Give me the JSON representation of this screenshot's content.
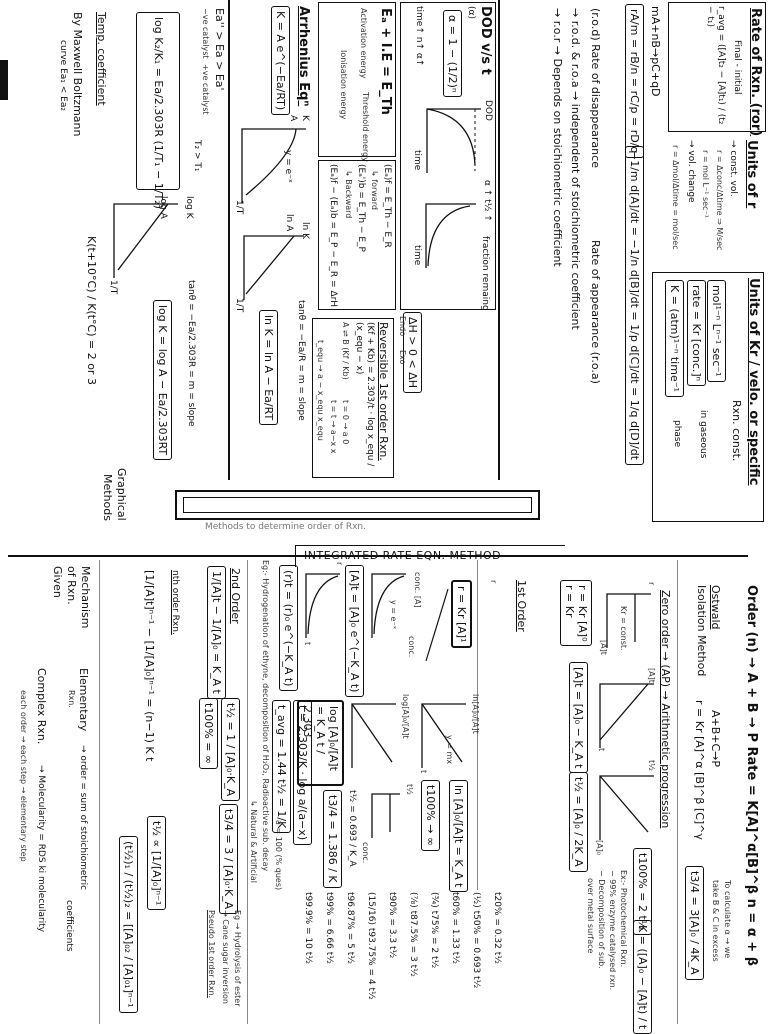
{
  "rate_of_rxn": {
    "title": "Rate of Rxn. (ror)",
    "avg_label": "Final - initial",
    "avg_formula": "r_avg = ([A]t₂ − [A]t₁) / (t₂ − t₁)",
    "reaction": "mA+nB→pC+qD",
    "ratio": "rA/m = rB/n = rC/p = rD/q",
    "derivative": "−1/m d[A]/dt = −1/n d[B]/dt = 1/p d[C]/dt = 1/q d[D]/dt",
    "rod": "(r.o.d) Rate of disappearance",
    "roa": "Rate of appearance (r.o.a)",
    "note1": "→ r.o.d. & r.o.a → independent of stoichiometric coefficient",
    "note2": "→ r.o.r → Depends on stoichiometric coefficient"
  },
  "units_r": {
    "title": "Units of r",
    "l1": "→ const. vol.",
    "l2": "r = Δconc/Δtime ⇒ M/sec",
    "l3": "r = mol L⁻¹ sec⁻¹",
    "l4": "→ vol. change",
    "l5": "r = Δmol/Δtime = mol/sec"
  },
  "units_k": {
    "title": "Units of Kr / velo. or specific",
    "title2": "Rxn. const.",
    "l1": "mol¹⁻ⁿ Lⁿ⁻¹ sec⁻¹",
    "l2": "rate = Kr [conc.]ⁿ",
    "l3": "K = (atm)¹⁻ⁿ time⁻¹",
    "l4": "in gaseous",
    "l5": "phase"
  },
  "dod": {
    "title": "DOD v/s t",
    "alpha": "(α)",
    "formula": "α = 1 − (1/2)ⁿ",
    "l1": "time↑ n↑ α↑",
    "g1_y": "DOD",
    "g1_x": "time",
    "l2": "α ↑ t½ ↑",
    "g2_y": "fraction remaing",
    "g2_x": "time"
  },
  "dh": {
    "l1": "ΔH > 0 < ΔH",
    "endo": "Endo",
    "exo": "Exo"
  },
  "energy": {
    "formula": "Eₐ + I.E = E_Th",
    "act": "Activation energy",
    "ion": "Ionisation energy",
    "th": "Threshold energy"
  },
  "ea_box": {
    "f": "(Eₐ)f = E_Th − E_R",
    "fl": "↳ forward",
    "b": "(Eₐ')b = E_Th − E_P",
    "bl": "↳ Backward",
    "d": "(Eₐ)f − (Eₐ)b = E_P − E_R = ΔrH"
  },
  "reversible": {
    "title": "Reversible 1st order Rxn.",
    "formula": "(Kf + Kb) = 2.303/t · log x_equ / (x_equ − x)",
    "rxn": "A ⇌ B  (Kf / Kb)",
    "t0": "t = 0 → a    0",
    "tt": "t = t → a−x    x",
    "eq": "t_equ → a − x_equ    x_equ"
  },
  "arrhenius": {
    "title": "Arrhenius Eqⁿ",
    "formula": "K = A e^(−Ea/RT)",
    "g1_y": "K",
    "g1_a": "A",
    "g1_curve": "y = e⁻ˣ",
    "g1_x": "1/T",
    "g2_y": "ln K",
    "g2_a": "ln A",
    "g2_x": "1/T",
    "slope": "tanθ = −Ea/R = m = slope",
    "ln": "ln K = ln A − Ea/RT",
    "cat": "Ea'' > Ea > Ea'",
    "neg": "−ve catalyst",
    "pos": "+ve catalyst"
  },
  "temp": {
    "formula": "log K₂/K₁ = Ea/2.303R (1/T₁ − 1/T₂)",
    "t2t1": "T₂ > T₁",
    "g_y": "log K",
    "g_a": "log A",
    "g_x": "1/T",
    "slope": "tanθ = −Ea/2.303R = m = slope",
    "log": "log K = log A − Ea/2.303RT",
    "coef": "Temp. coefficient",
    "ratio": "K(t+10°C) / K(t°C) = 2 or 3",
    "mb": "By Maxwell Boltzmann",
    "mb2": "curve Ea₁ < Ea₂"
  },
  "banner": {
    "subtitle": "Methods to determine order of Rxn."
  },
  "graphical": {
    "l1": "Graphical",
    "l2": "Methods"
  },
  "order": {
    "title": "Order (n) →  A + B → P   Rate = K[A]^α[B]^β   n = α + β",
    "note1": "To calculate α → we",
    "note2": "take B & C in excess",
    "ostwald1": "Ostwald",
    "ostwald2": "Isolation Method",
    "rxn": "A+B+C→P",
    "rate": "r = Kr [A]^α [B]^β [C]^γ"
  },
  "zero": {
    "title": "Zero order → (AP) → Arithmetic progression",
    "r1": "r = Kr [A]⁰",
    "r2": "r = Kr",
    "const": "Kr = const.",
    "g_y": "r",
    "g_x": "[A]t",
    "g2_y": "[A]t",
    "g2_x": "t",
    "eq": "[A]t = [A]₀ − K_A t",
    "g3_y": "t½",
    "g3_x": "[A]₀",
    "half": "t½ = [A]₀ / 2K_A",
    "t100": "t100% = 2 t½",
    "t34": "t3/4 = 3[A]₀ / 4K_A",
    "k": "K = ([A]₀ − [A]t) / t",
    "ex": "Ex:- Photochemical Rxn.",
    "ex2": "− 99% enzyme catalysed rxn.",
    "ex3": "− Decomposition of sub.",
    "ex4": "over metal surface"
  },
  "integrated": {
    "title": "INTEGRATED RATE EQN. METHOD"
  },
  "first": {
    "title": "1st Order",
    "r": "r = Kr [A]¹",
    "g0_y": "r",
    "conc_x": "conc. [A]",
    "conc": "conc.",
    "g_ln_y": "ln[A]₀/[A]t",
    "g_ln_x": "t",
    "ymx": "y = mx",
    "ln": "ln [A]₀/[A]t = K_A t",
    "exp1": "[A]t = [A]₀ e^(−K_A t)",
    "exp2": "(r)t = (r)₀ e^(−K_A t)",
    "yex": "y = e⁻ˣ",
    "g_x": "t",
    "g_r": "r",
    "log_y": "log[A]₀/[A]t",
    "log": "log [A]₀/[A]t = K_A t / 2.303",
    "t100": "t100% → ∞",
    "half_y": "t½",
    "half_x": "conc.",
    "half": "t½ = 0.693 / K_A",
    "t34": "t3/4 = 1.386 / K",
    "t": "t = 2.303/K · log a/(a−x)",
    "a100": "a = 100 (% ques)",
    "tavg": "t_avg = 1.44 t½ = 1/K",
    "eg": "Eg:- Hydrogenation of ethyne, decomposition of H₂O₂, Radioactive sub. decay",
    "eg2": "↳ Natural & Artificial",
    "list": [
      "t20% = 0.32 t½",
      "(½) t50% = 0.693 t½",
      "t60% = 1.33 t½",
      "(¾) t75% = 2 t½",
      "(⅞) t87.5% = 3 t½",
      "t90% = 3.3 t½",
      "(15/16) t93.75% = 4 t½",
      "t96.87% = 5 t½",
      "t99% = 6.66 t½",
      "t99.9% = 10 t½"
    ]
  },
  "second": {
    "title": "2nd Order",
    "eq": "1/[A]t − 1/[A]₀ = K_A t",
    "half": "t½ = 1 / [A]₀·K_A",
    "t100": "t100% = ∞",
    "t34": "t3/4 = 3 / [A]₀·K_A"
  },
  "pseudo": {
    "eg": "Eg → Hydrolysis of ester",
    "eg2": "→ Cane sugar inversion",
    "title": "Pseudo 1st order Rxn."
  },
  "nth": {
    "title": "nth order Rxn.",
    "eq": "[1/[A]t]ⁿ⁻¹ − [1/[A]₀]ⁿ⁻¹ = (n−1) K t",
    "half": "t½ ∝ [1/[A]₀]ⁿ⁻¹",
    "ratio": "(t½)₁ / (t½)₂ = [[A]₀₂ / [A]₀₁]ⁿ⁻¹"
  },
  "mechanism": {
    "t1": "Mechanism",
    "t2": "of Rxn.",
    "t3": "Given",
    "elem": "Elementary",
    "elem2": "Rxn.",
    "elem_note": "→ order = sum of stoichiometric",
    "elem_note2": "coefficients",
    "complex": "Complex Rxn.",
    "c1": "→ Molecularity = RDS ki molecularity",
    "c2": "each order → each step → elementary step"
  }
}
